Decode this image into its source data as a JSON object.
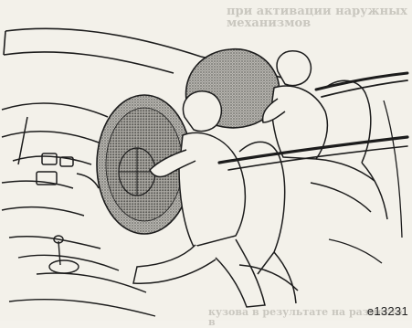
{
  "figure": {
    "code": "e13231"
  },
  "bleed_through": {
    "top": "при активации наружных механизмов",
    "bottom": "кузова в результате на разместе в"
  },
  "colors": {
    "airbag_fill": "#8a8a8a",
    "line": "#1c1c1c",
    "paper": "#f3f1ea"
  }
}
